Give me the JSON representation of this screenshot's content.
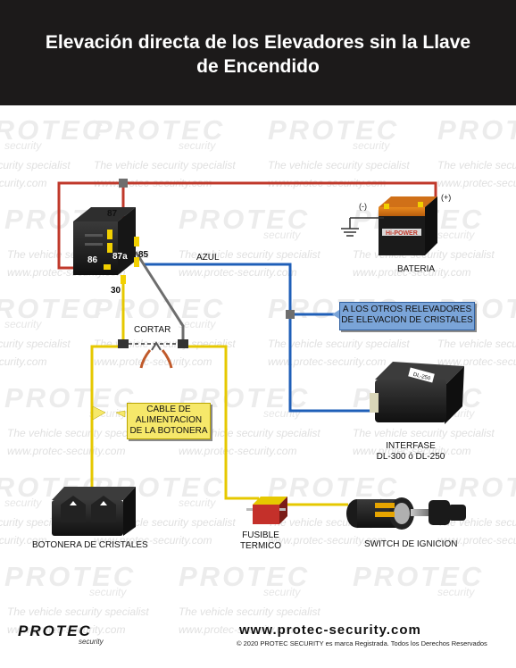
{
  "header": {
    "title_line1": "Elevación directa de los Elevadores sin la Llave",
    "title_line2": "de Encendido",
    "background": "#1c1a1a"
  },
  "watermark": {
    "logo": "PROTEC",
    "sub": "security",
    "tagline": "The vehicle security specialist",
    "url": "www.protec-security.com"
  },
  "relay": {
    "pins": [
      "87",
      "87a",
      "86",
      "85",
      "30"
    ]
  },
  "labels": {
    "azul": "AZUL",
    "cortar": "CORTAR",
    "bateria": "BATERIA",
    "neg": "(-)",
    "pos": "(+)",
    "battery_brand": "Hi-POWER",
    "interfase_line1": "INTERFASE",
    "interfase_line2": "DL-300 ó DL-250",
    "interface_tag": "DL-250",
    "botonera": "BOTONERA DE CRISTALES",
    "fusible_line1": "FUSIBLE",
    "fusible_line2": "TERMICO",
    "switch": "SWITCH DE IGNICION"
  },
  "callouts": {
    "relevadores_line1": "A LOS OTROS RELEVADORES",
    "relevadores_line2": "DE ELEVACION DE CRISTALES",
    "cable_line1": "CABLE DE",
    "cable_line2": "ALIMENTACION",
    "cable_line3": "DE LA BOTONERA"
  },
  "footer": {
    "url": "www.protec-security.com",
    "copyright": "© 2020 PROTEC SECURITY es marca Registrada. Todos los Derechos Reservados",
    "logo": "PROTEC",
    "logo_sub": "security"
  },
  "colors": {
    "wire_red": "#c0392b",
    "wire_blue": "#1f5fb8",
    "wire_yellow": "#e6c800",
    "wire_gray": "#6e6e6e",
    "callout_blue": "#7aa4d8",
    "callout_yellow": "#f6e86a"
  }
}
